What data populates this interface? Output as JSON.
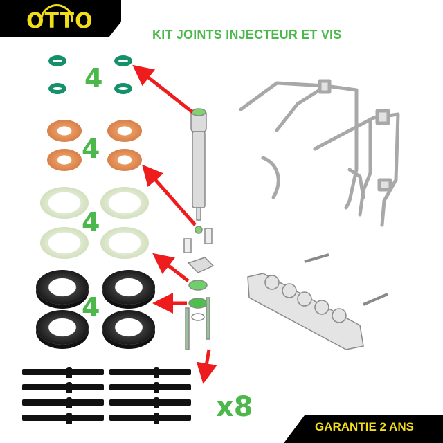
{
  "brand": {
    "logo_text": "OTTO",
    "banner_color": "#000000",
    "logo_color": "#f2dd1a"
  },
  "title": "KIT JOINTS INJECTEUR ET VIS",
  "title_color": "#4cb84c",
  "guarantee": {
    "text": "GARANTIE 2 ANS",
    "color": "#f2dd1a"
  },
  "parts": [
    {
      "name": "green-o-rings",
      "quantity_label": "4",
      "color": "#16906a"
    },
    {
      "name": "copper-washers",
      "quantity_label": "4",
      "color": "#d8804a"
    },
    {
      "name": "plastic-rings",
      "quantity_label": "4",
      "color": "#dfe8cf"
    },
    {
      "name": "black-seals",
      "quantity_label": "4",
      "color": "#1a1a1a"
    },
    {
      "name": "studs",
      "quantity_label": "x8",
      "color": "#111111"
    }
  ],
  "arrow_color": "#ee1c1c",
  "diagram": {
    "subject": "diesel injector and fuel rail exploded view"
  }
}
